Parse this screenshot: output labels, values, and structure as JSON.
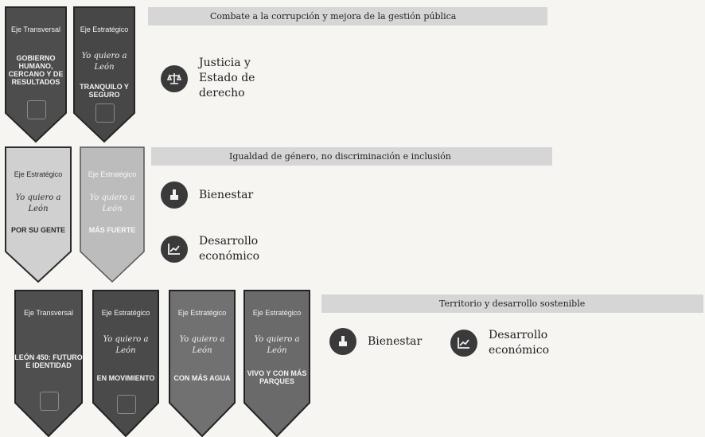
{
  "rows": [
    {
      "header": "Combate a la corrupción y mejora de la gestión pública",
      "banners": [
        {
          "head": "Eje Transversal",
          "script": "",
          "name": "GOBIERNO HUMANO, CERCANO Y DE RESULTADOS",
          "tone": "dark"
        },
        {
          "head": "Eje Estratégico",
          "script": "Yo quiero a León",
          "name": "TRANQUILO Y SEGURO",
          "tone": "dark"
        }
      ],
      "items": [
        {
          "label": "Justicia y Estado de derecho",
          "icon": "scales-icon"
        }
      ]
    },
    {
      "header": "Igualdad de género, no discriminación e inclusión",
      "banners": [
        {
          "head": "Eje Estratégico",
          "script": "Yo quiero a León",
          "name": "POR SU GENTE",
          "tone": "light"
        },
        {
          "head": "Eje Estratégico",
          "script": "Yo quiero a León",
          "name": "MÁS FUERTE",
          "tone": "faint"
        }
      ],
      "items": [
        {
          "label": "Bienestar",
          "icon": "hand-icon"
        },
        {
          "label": "Desarrollo económico",
          "icon": "growth-chart-icon"
        }
      ]
    },
    {
      "header": "Territorio y desarrollo sostenible",
      "banners": [
        {
          "head": "Eje Transversal",
          "script": "",
          "name": "LEÓN 450: FUTURO E IDENTIDAD",
          "tone": "dark"
        },
        {
          "head": "Eje Estratégico",
          "script": "Yo quiero a León",
          "name": "EN MOVIMIENTO",
          "tone": "dark"
        },
        {
          "head": "Eje Estratégico",
          "script": "Yo quiero a León",
          "name": "CON MÁS AGUA",
          "tone": "mid"
        },
        {
          "head": "Eje Estratégico",
          "script": "Yo quiero a León",
          "name": "VIVO Y CON MÁS PARQUES",
          "tone": "mid"
        }
      ],
      "items": [
        {
          "label": "Bienestar",
          "icon": "hand-icon"
        },
        {
          "label": "Desarrollo económico",
          "icon": "growth-chart-icon"
        }
      ]
    }
  ],
  "colors": {
    "dark": "#4d4d4d",
    "mid": "#6e6e6e",
    "light": "#cfcfcf",
    "faint": "#bdbdbd",
    "header_bg": "#d6d6d6",
    "icon_bg": "#3a3a3a"
  }
}
